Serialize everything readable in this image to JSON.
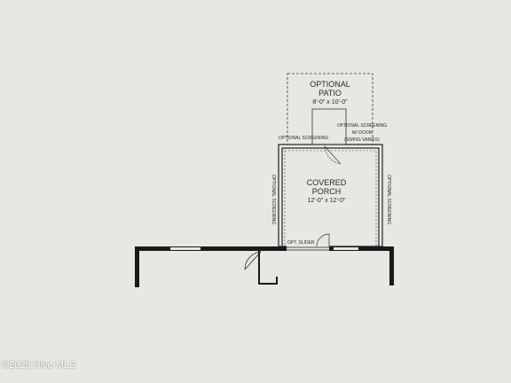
{
  "patio": {
    "title_line1": "OPTIONAL",
    "title_line2": "PATIO",
    "size": "8'-0\" x 10'-0\""
  },
  "porch": {
    "title_line1": "COVERED",
    "title_line2": "PORCH",
    "size": "12'-0\" x 12'-0\""
  },
  "notes": {
    "optional_screening_top": "OPTIONAL SCREENING",
    "optional_screening_door_line1": "OPTIONAL SCREENING",
    "optional_screening_door_line2": "W/ DOOR",
    "optional_screening_door_line3": "(SWING VARIES)",
    "optional_screening_left": "OPTIONAL SCREENING",
    "optional_screening_right": "OPTIONAL SCREENING",
    "opt_slider": "OPT. SLIDER"
  },
  "watermark": "©2025 Hive MLS"
}
